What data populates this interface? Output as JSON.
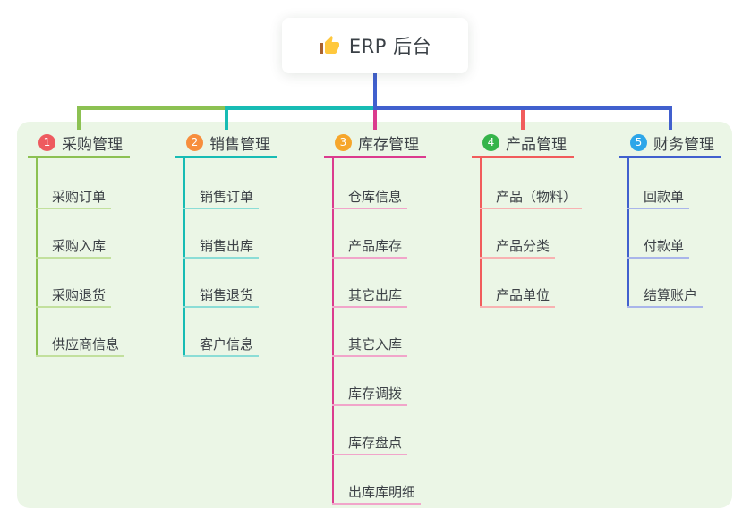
{
  "canvas": {
    "page_background": "#ffffff",
    "panel_background": "#ebf6e6",
    "text_color": "#3d4247"
  },
  "root": {
    "title": "ERP 后台",
    "icon": "thumbs-up-icon",
    "icon_colors": {
      "hand": "#FFC83D",
      "cuff": "#A96230"
    },
    "drop_line_color": "#4160CE"
  },
  "branches": [
    {
      "badge": "1",
      "label": "采购管理",
      "badge_color": "#EE5A5F",
      "line_color": "#8CC152",
      "light_line_color": "#C2E09D",
      "children": [
        "采购订单",
        "采购入库",
        "采购退货",
        "供应商信息"
      ]
    },
    {
      "badge": "2",
      "label": "销售管理",
      "badge_color": "#F78E3D",
      "line_color": "#17BCB4",
      "light_line_color": "#8BDDD6",
      "children": [
        "销售订单",
        "销售出库",
        "销售退货",
        "客户信息"
      ]
    },
    {
      "badge": "3",
      "label": "库存管理",
      "badge_color": "#F6A62B",
      "line_color": "#DB3B8E",
      "light_line_color": "#F1A5CA",
      "children": [
        "仓库信息",
        "产品库存",
        "其它出库",
        "其它入库",
        "库存调拨",
        "库存盘点",
        "出库库明细"
      ]
    },
    {
      "badge": "4",
      "label": "产品管理",
      "badge_color": "#35B44A",
      "line_color": "#F15C5C",
      "light_line_color": "#F8B2B2",
      "children": [
        "产品（物料）",
        "产品分类",
        "产品单位"
      ]
    },
    {
      "badge": "5",
      "label": "财务管理",
      "badge_color": "#2DA6E9",
      "line_color": "#4160CE",
      "light_line_color": "#A9B5EA",
      "children": [
        "回款单",
        "付款单",
        "结算账户"
      ]
    }
  ]
}
